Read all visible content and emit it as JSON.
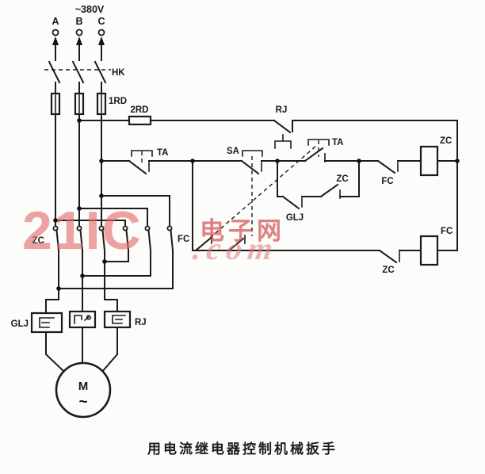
{
  "labels": {
    "supply": "~380V",
    "phase_a": "A",
    "phase_b": "B",
    "phase_c": "C",
    "knife_switch": "HK",
    "fuse_main": "1RD",
    "fuse_control": "2RD",
    "thermal_relay_contact": "RJ",
    "travel_switch_1": "TA",
    "selector_switch": "SA",
    "travel_switch_2": "TA",
    "zc_aux_contact": "ZC",
    "overcurrent_contact": "GLJ",
    "fc_interlock": "FC",
    "zc_coil": "ZC",
    "zc_main_contacts": "ZC",
    "fc_main_contacts": "FC",
    "zc_interlock": "ZC",
    "fc_coil": "FC",
    "overcurrent_relay_coil": "GLJ",
    "thermal_heater": "RJ",
    "motor": "M",
    "motor_ac": "~"
  },
  "watermark": {
    "brand": "21IC",
    "site": "电子网",
    "suffix": ".com",
    "color_primary": "#e06a6a",
    "color_secondary": "#ce4242"
  },
  "caption": "用电流继电器控制机械扳手"
}
